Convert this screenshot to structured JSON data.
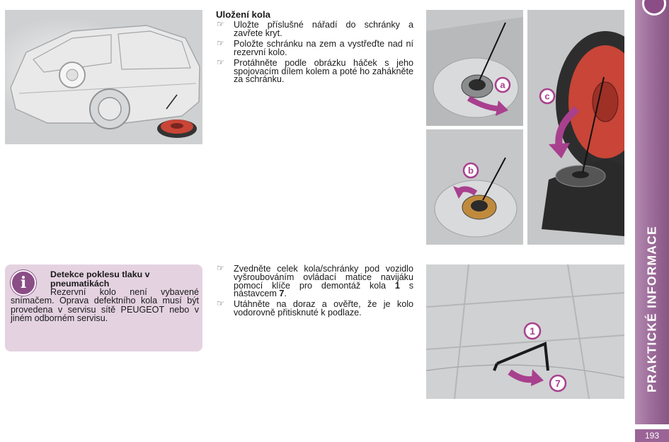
{
  "section": {
    "title": "Uložení kola"
  },
  "steps_top": [
    "Uložte příslušné nářadí do schránky a zavřete kryt.",
    "Položte schránku na zem a vystřeďte nad ní rezervní kolo.",
    "Protáhněte podle obrázku háček s jeho spojovacím dílem kolem a poté ho zahákněte za schránku."
  ],
  "steps_bottom": {
    "item1_part1": "Zvedněte celek kola/schránky pod vozidlo vyšroubováním ovládací matice navijáku pomocí klíče pro demontáž kola ",
    "item1_bold1": "1",
    "item1_part2": " s nástavcem ",
    "item1_bold2": "7",
    "item1_part3": ".",
    "item2": "Utáhněte na doraz a ověřte, že je kolo vodorovně přitisknuté k podlaze."
  },
  "info": {
    "icon": "info-icon",
    "icon_glyph": "i",
    "title": "Detekce poklesu tlaku v pneumatikách",
    "text": "Rezervní kolo není vybavené snímačem. Oprava defektního kola musí být provedena v servisu sítě PEUGEOT nebo v jiném odborném servisu."
  },
  "bullet_glyph": "☞",
  "callouts": {
    "a": "a",
    "b": "b",
    "c": "c",
    "one": "1",
    "seven": "7"
  },
  "side_tab": {
    "label": "PRAKTICKÉ INFORMACE"
  },
  "page_number": "193",
  "colors": {
    "accent": "#8b4d85",
    "info_bg": "#e4d2e1",
    "arrow": "#a8408e",
    "wheel": "#c84537"
  }
}
